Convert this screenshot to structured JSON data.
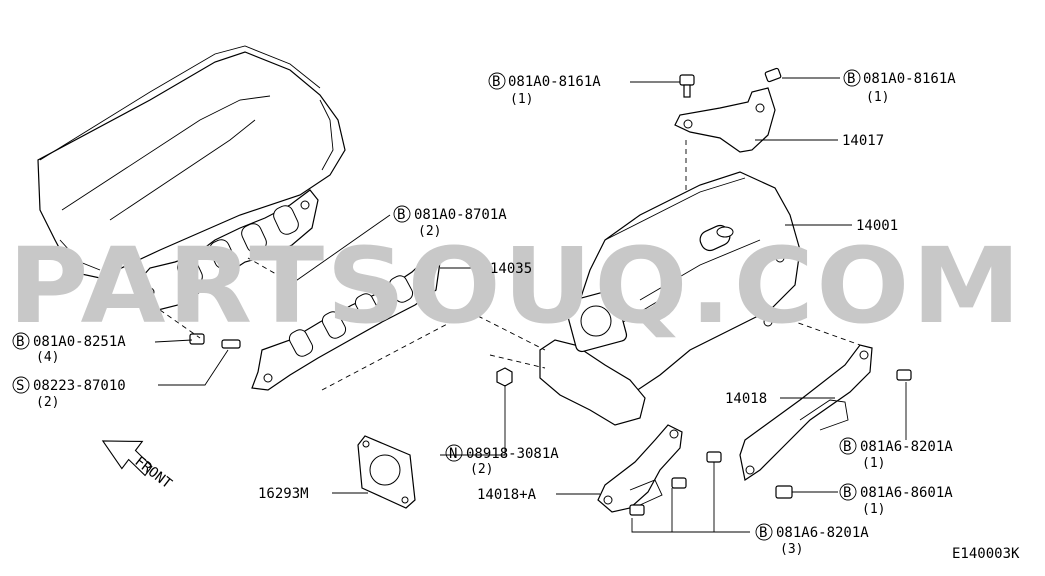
{
  "watermark": "PARTSOUQ.COM",
  "diagram_code": "E140003K",
  "front_label": "FRONT",
  "callouts": [
    {
      "id": "b-081a0-8161a-left",
      "prefix": "B",
      "part": "081A0-8161A",
      "qty": "(1)"
    },
    {
      "id": "b-081a0-8161a-right",
      "prefix": "B",
      "part": "081A0-8161A",
      "qty": "(1)"
    },
    {
      "id": "b-081a0-8701a",
      "prefix": "B",
      "part": "081A0-8701A",
      "qty": "(2)"
    },
    {
      "id": "b-081a0-8251a",
      "prefix": "B",
      "part": "081A0-8251A",
      "qty": "(4)"
    },
    {
      "id": "s-08223-87010",
      "prefix": "S",
      "part": "08223-87010",
      "qty": "(2)"
    },
    {
      "id": "n-08918-3081a",
      "prefix": "N",
      "part": "08918-3081A",
      "qty": "(2)"
    },
    {
      "id": "b-081a6-8201a-right",
      "prefix": "B",
      "part": "081A6-8201A",
      "qty": "(1)"
    },
    {
      "id": "b-081a6-8601a",
      "prefix": "B",
      "part": "081A6-8601A",
      "qty": "(1)"
    },
    {
      "id": "b-081a6-8201a-bottom",
      "prefix": "B",
      "part": "081A6-8201A",
      "qty": "(3)"
    }
  ],
  "part_labels": [
    {
      "id": "p14017",
      "text": "14017"
    },
    {
      "id": "p14001",
      "text": "14001"
    },
    {
      "id": "p14035",
      "text": "14035"
    },
    {
      "id": "p14018",
      "text": "14018"
    },
    {
      "id": "p14018a",
      "text": "14018+A"
    },
    {
      "id": "p16293m",
      "text": "16293M"
    }
  ]
}
